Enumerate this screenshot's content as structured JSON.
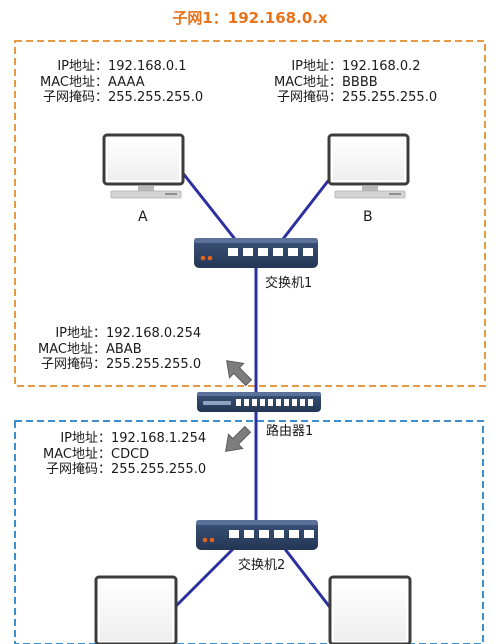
{
  "subnet1": {
    "title": "子网1：192.168.0.x",
    "border_color": "#e59a45"
  },
  "subnet2": {
    "border_color": "#3f8fcf"
  },
  "hosts": {
    "a": {
      "label": "A",
      "ip_label": "IP地址：",
      "ip": "192.168.0.1",
      "mac_label": "MAC地址：",
      "mac": "AAAA",
      "mask_label": "子网掩码：",
      "mask": "255.255.255.0"
    },
    "b": {
      "label": "B",
      "ip_label": "IP地址：",
      "ip": "192.168.0.2",
      "mac_label": "MAC地址：",
      "mac": "BBBB",
      "mask_label": "子网掩码：",
      "mask": "255.255.255.0"
    }
  },
  "switch1": {
    "label": "交换机1"
  },
  "switch2": {
    "label": "交换机2"
  },
  "router": {
    "label": "路由器1",
    "port_subnet1": {
      "ip_label": "IP地址：",
      "ip": "192.168.0.254",
      "mac_label": "MAC地址：",
      "mac": "ABAB",
      "mask_label": "子网掩码：",
      "mask": "255.255.255.0"
    },
    "port_subnet2": {
      "ip_label": "IP地址：",
      "ip": "192.168.1.254",
      "mac_label": "MAC地址：",
      "mac": "CDCD",
      "mask_label": "子网掩码：",
      "mask": "255.255.255.0"
    }
  },
  "colors": {
    "cable": "#2b2fa0",
    "device_body": "#2e4366",
    "port_led": "#e0641c",
    "arrow": "#7d7d7d"
  }
}
